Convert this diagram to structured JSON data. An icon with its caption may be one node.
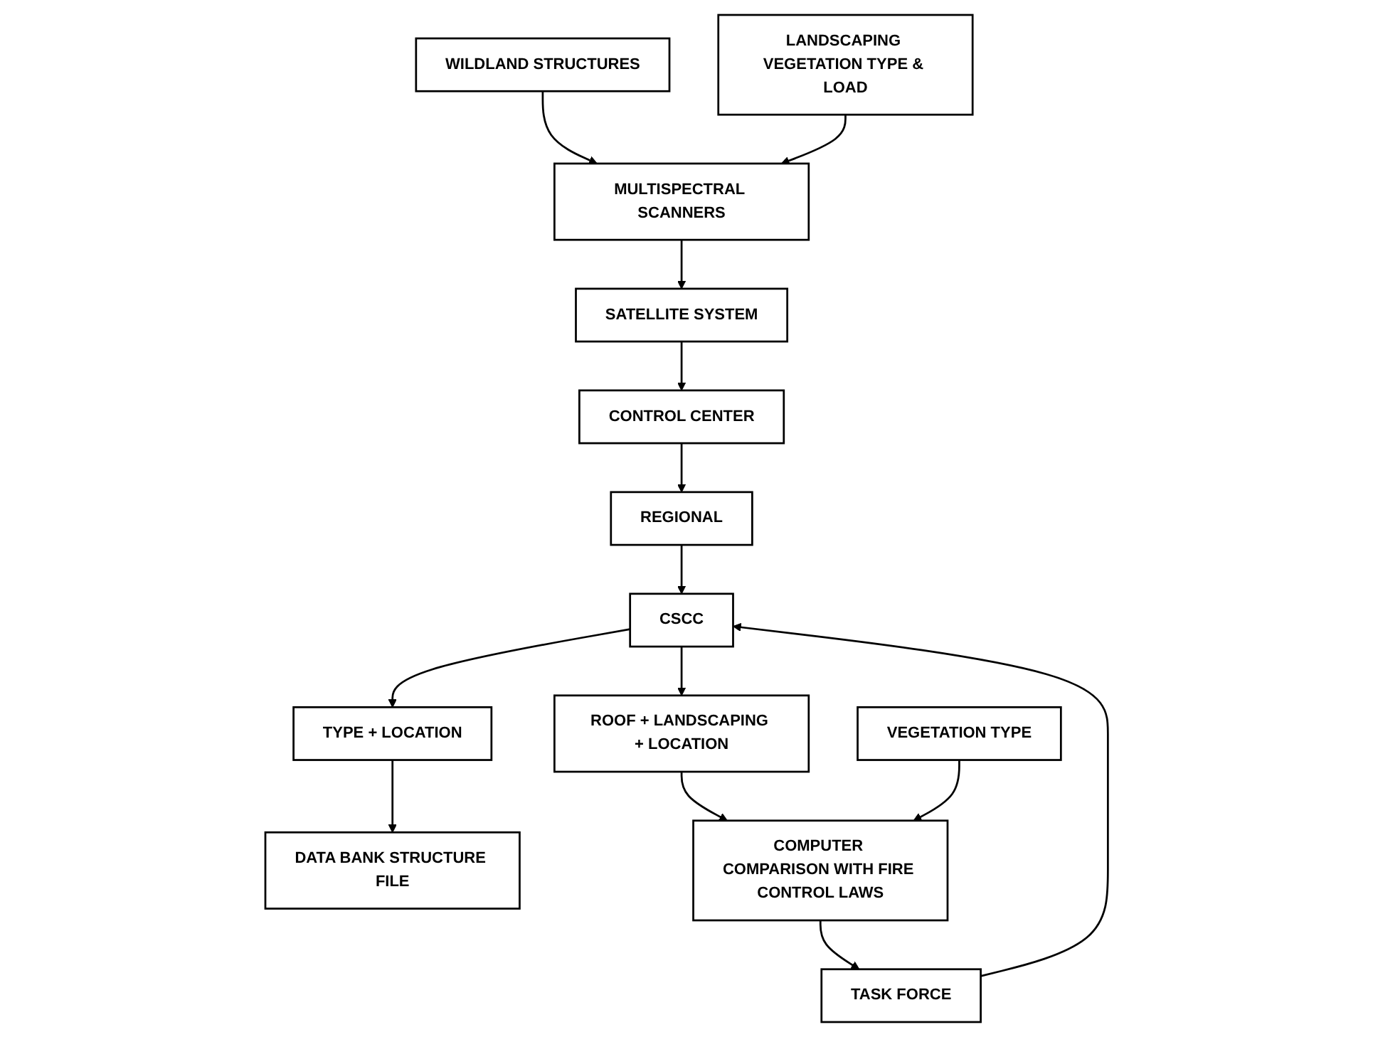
{
  "diagram": {
    "nodes": [
      {
        "text": [
          "WILDLAND STRUCTURES"
        ]
      },
      {
        "text": [
          "MULTISPECTRAL SCANNERS"
        ]
      },
      {
        "text": [
          "LANDSCAPING VEGETATION TYPE & LOAD"
        ]
      },
      {
        "text": [
          "SATELLITE SYSTEM"
        ]
      },
      {
        "text": [
          "CONTROL CENTER"
        ]
      },
      {
        "text": [
          "REGIONAL"
        ]
      },
      {
        "text": [
          "TYPE + LOCATION"
        ]
      },
      {
        "text": [
          "DATA BANK STRUCTURE FILE"
        ]
      },
      {
        "text": [
          "CSCC"
        ]
      },
      {
        "text": [
          "TASK FORCE"
        ]
      },
      {
        "text": [
          "COMPUTER COMPARISON WITH FIRE CONTROL LAWS"
        ]
      },
      {
        "text": [
          "VEGETATION TYPE"
        ]
      },
      {
        "text": [
          "ROOF + LANDSCAPING + LOCATION"
        ]
      }
    ],
    "edges": [
      {
        "from": 0,
        "to": 1,
        "arrow": "to"
      },
      {
        "from": 2,
        "to": 1,
        "arrow": "to"
      },
      {
        "from": 1,
        "to": 3,
        "arrow": "to"
      },
      {
        "from": 3,
        "to": 4,
        "arrow": "to"
      },
      {
        "from": 4,
        "to": 5,
        "arrow": "to"
      },
      {
        "from": 5,
        "to": 8,
        "arrow": "to"
      },
      {
        "from": 8,
        "to": 6,
        "arrow": "to"
      },
      {
        "from": 6,
        "to": 7,
        "arrow": "to"
      },
      {
        "from": 10,
        "to": 9,
        "arrow": "to"
      },
      {
        "from": 9,
        "to": 8,
        "arrow": "to"
      },
      {
        "from": 8,
        "to": 12,
        "arrow": "to"
      },
      {
        "from": 12,
        "to": 10,
        "arrow": "to"
      },
      {
        "from": 11,
        "to": 10,
        "arrow": "to"
      }
    ]
  }
}
